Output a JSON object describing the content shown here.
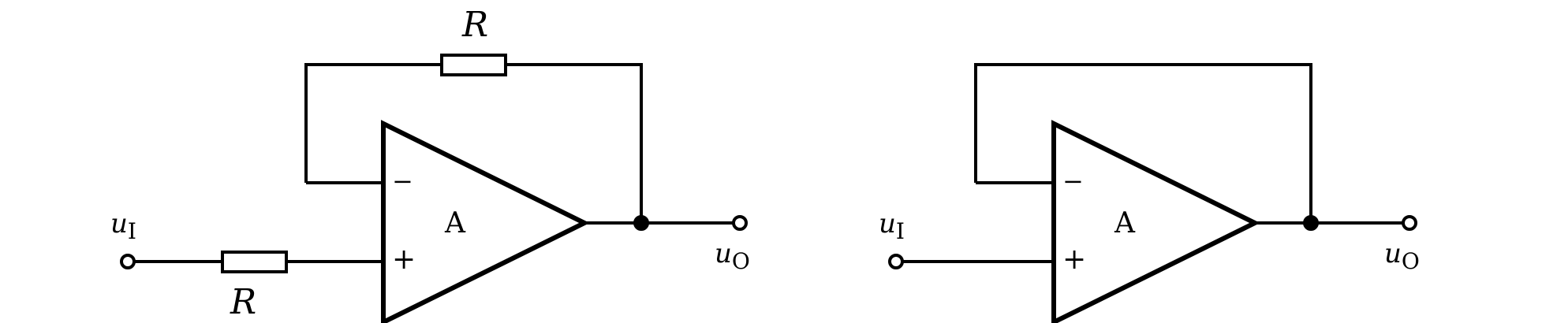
{
  "colors": {
    "ink": "#000000",
    "background": "#ffffff"
  },
  "circuits": [
    {
      "name": "non-inverting-with-input-resistor",
      "feedback_resistor_label": "R",
      "input_resistor_label": "R",
      "opamp_label": "A",
      "minus_label": "−",
      "plus_label": "+",
      "input_label": {
        "main": "u",
        "sub": "I"
      },
      "output_label": {
        "main": "u",
        "sub": "O"
      }
    },
    {
      "name": "voltage-follower",
      "opamp_label": "A",
      "minus_label": "−",
      "plus_label": "+",
      "input_label": {
        "main": "u",
        "sub": "I"
      },
      "output_label": {
        "main": "u",
        "sub": "O"
      }
    }
  ]
}
